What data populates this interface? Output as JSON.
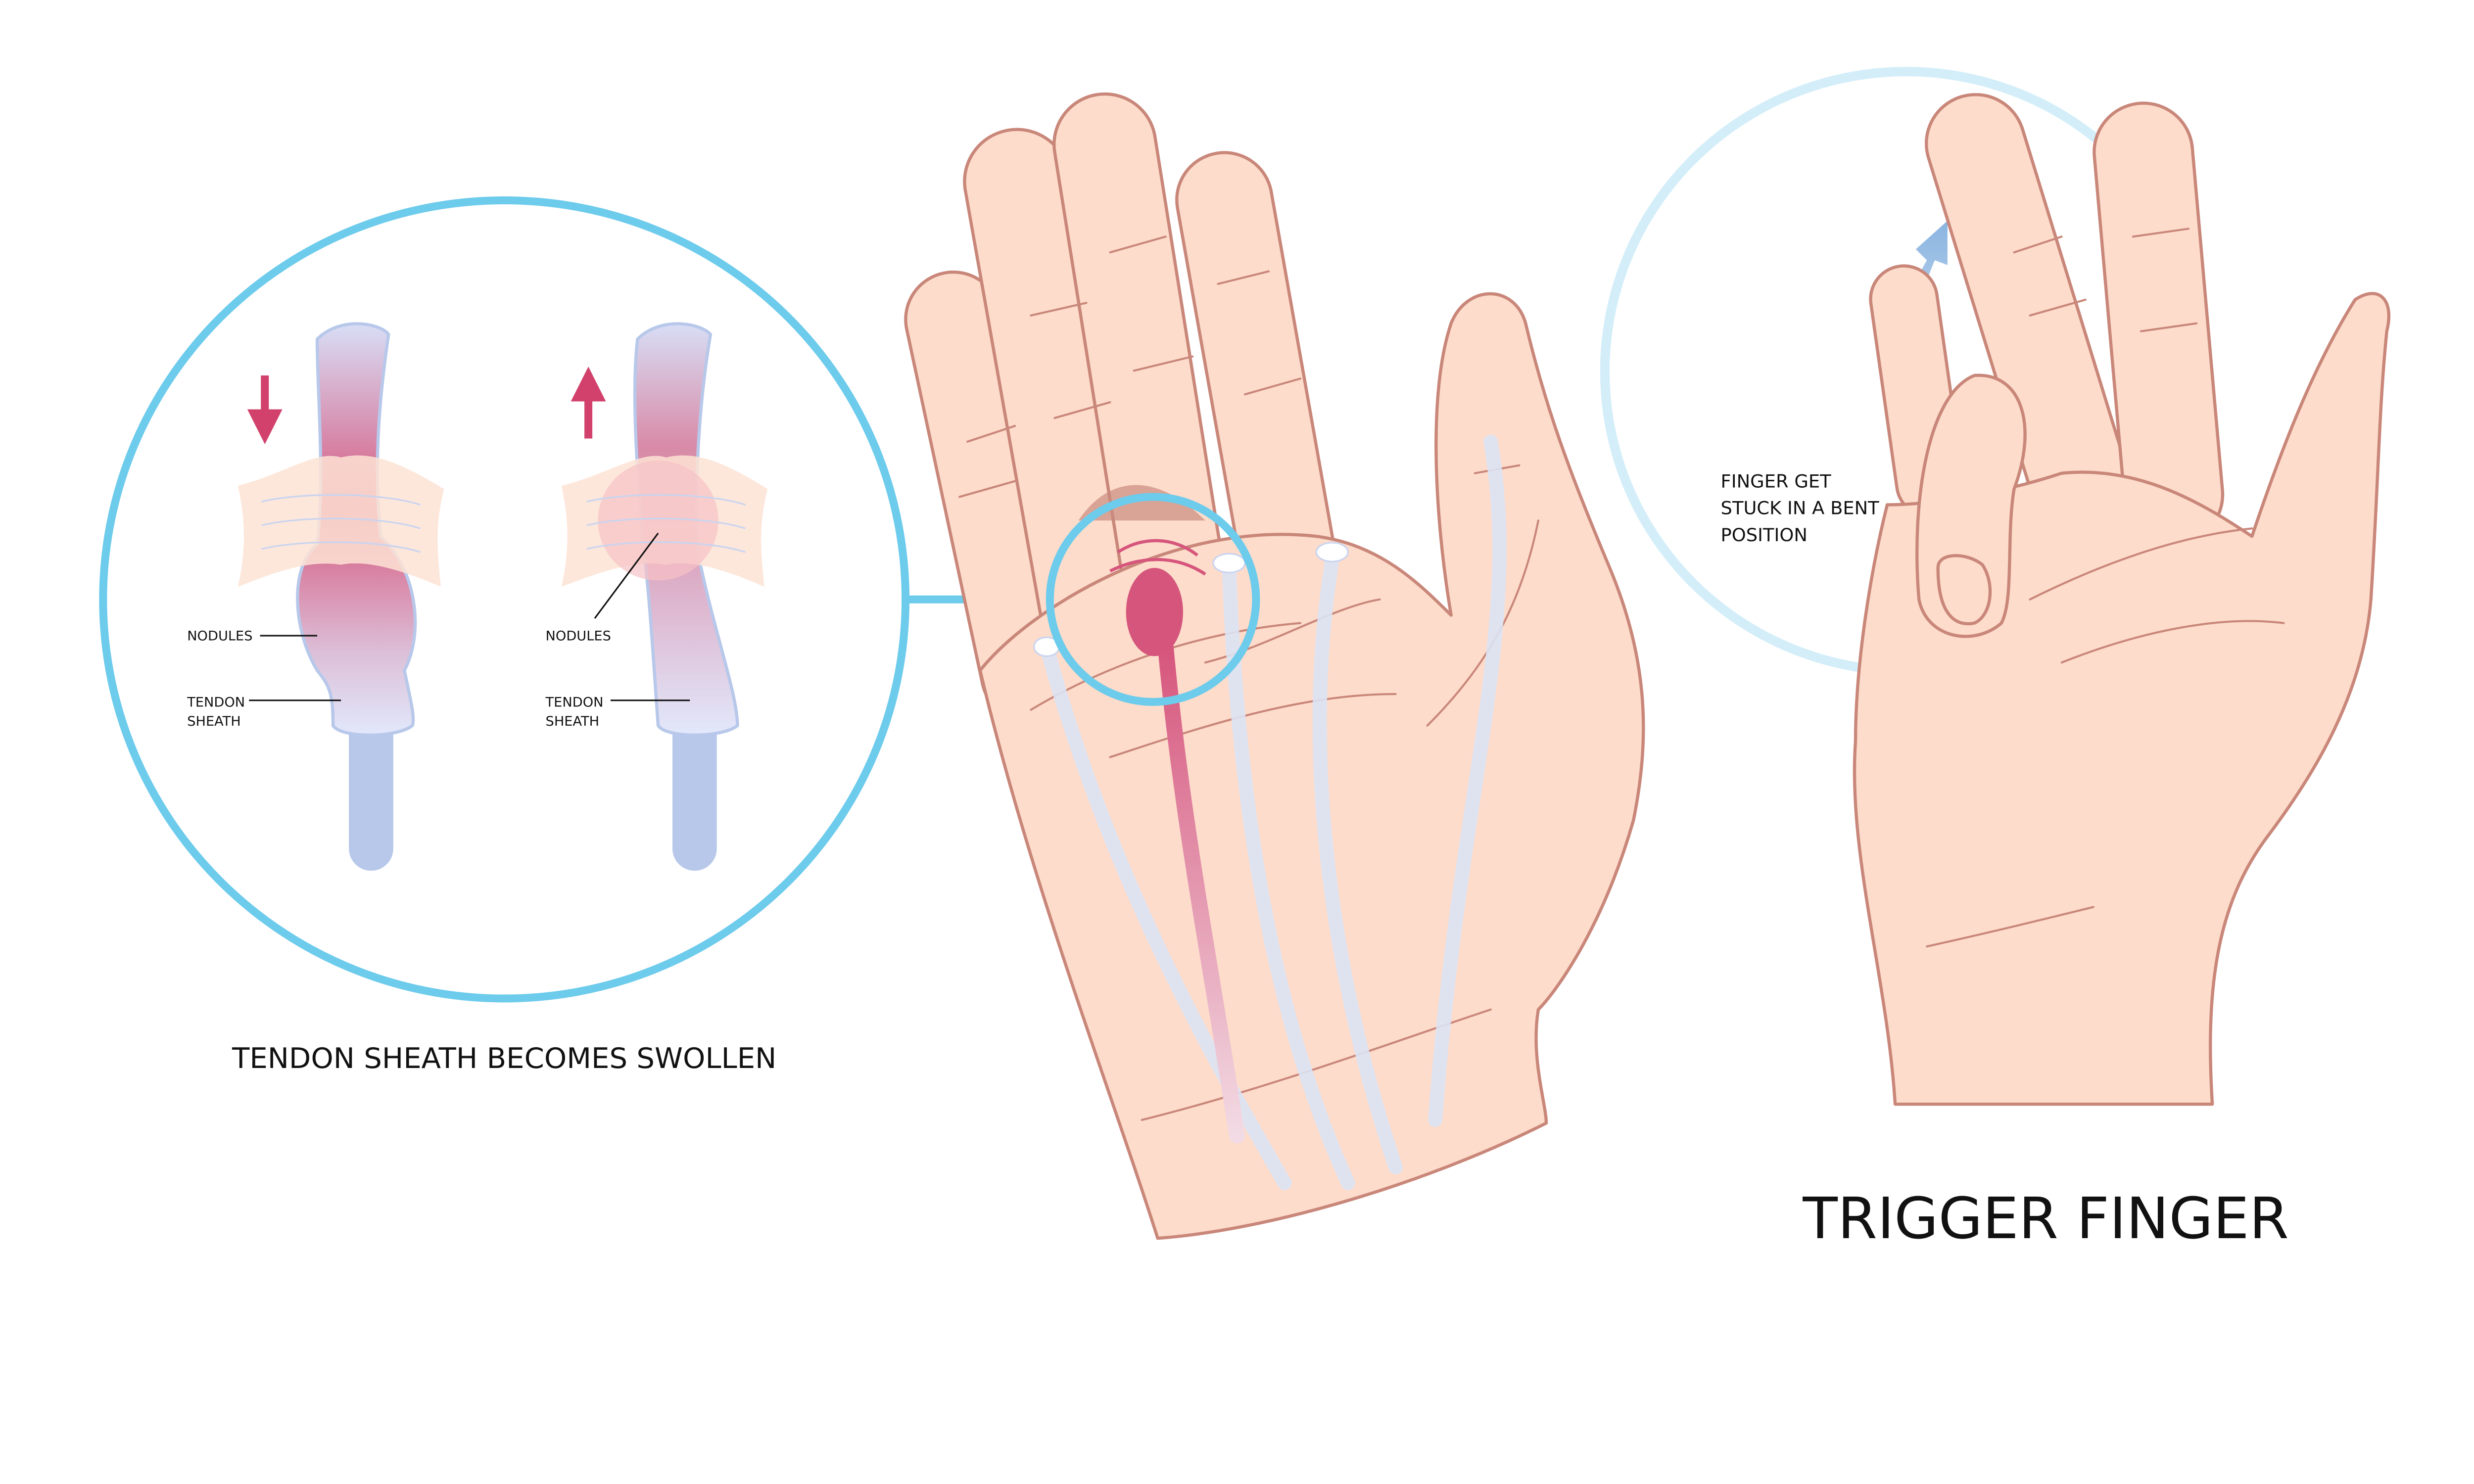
{
  "zoom_panel": {
    "caption": "TENDON SHEATH BECOMES SWOLLEN",
    "left_detail": {
      "nodules_label": "NODULES",
      "sheath_label_line1": "TENDON",
      "sheath_label_line2": "SHEATH",
      "arrow": "down"
    },
    "right_detail": {
      "nodules_label": "NODULES",
      "sheath_label_line1": "TENDON",
      "sheath_label_line2": "SHEATH",
      "arrow": "up"
    }
  },
  "right_panel": {
    "note_line1": "FINGER GET",
    "note_line2": "STUCK IN A BENT",
    "note_line3": "POSITION"
  },
  "title": "TRIGGER FINGER",
  "colors": {
    "circle": "#6dcbec",
    "circle_light": "#d4eef9",
    "skin": "#fddccb",
    "skin_outline": "#c9877a",
    "inflamed": "#d6557c",
    "tendon": "#b8c8ea",
    "arrow_red": "#d1416b",
    "arrow_blue": "#8ab4e0"
  }
}
